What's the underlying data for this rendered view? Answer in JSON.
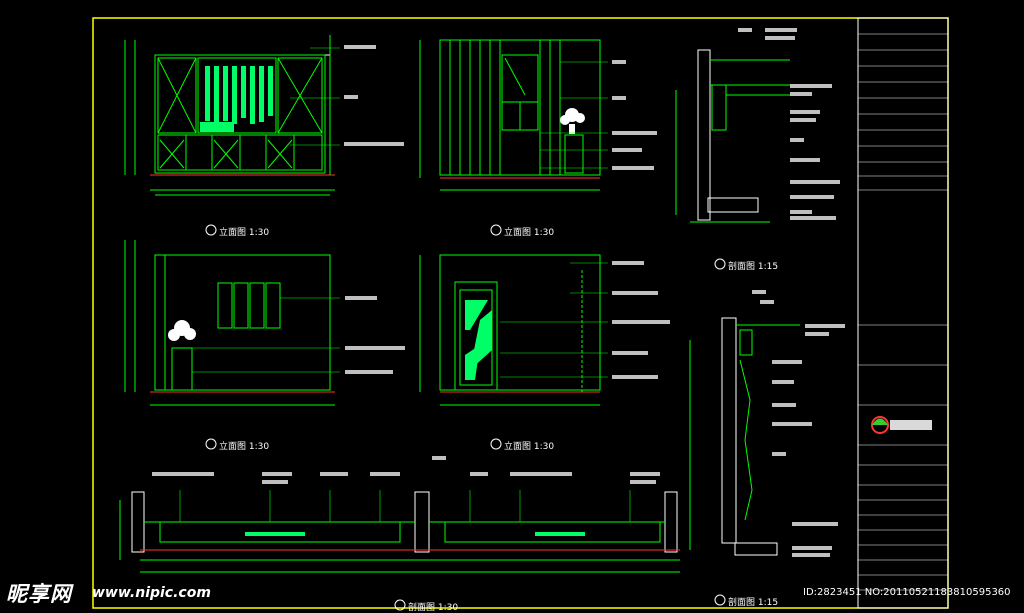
{
  "drawing": {
    "view_labels": [
      {
        "text": "立面图 1:30"
      },
      {
        "text": "立面图 1:30"
      },
      {
        "text": "剖面图 1:15"
      },
      {
        "text": "立面图 1:30"
      },
      {
        "text": "立面图 1:30"
      },
      {
        "text": "剖面图 1:15"
      },
      {
        "text": "剖面图 1:30"
      }
    ]
  },
  "watermark": {
    "brand": "昵享网",
    "url": "www.nipic.com"
  },
  "image_id": "ID:2823451 NO:20110521183810595360",
  "colors": {
    "background": "#000000",
    "frame": "#ffff00",
    "lines": "#00ff00",
    "text": "#ffffff",
    "hatch": "#00ff66"
  }
}
